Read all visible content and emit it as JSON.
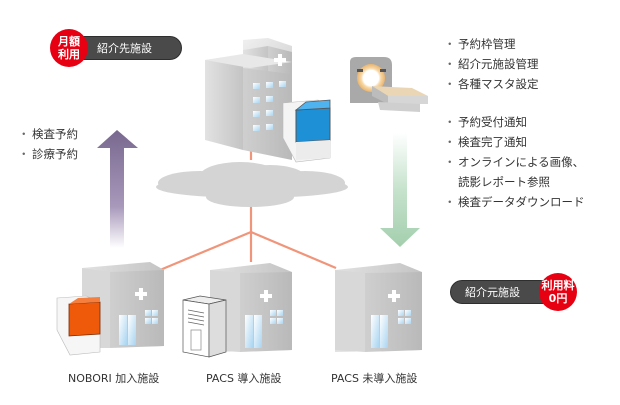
{
  "top_left": {
    "badge_lines": [
      "月額",
      "利用"
    ],
    "pill_label": "紹介先施設"
  },
  "bottom_right": {
    "pill_label": "紹介元施設",
    "badge_lines": [
      "利用料",
      "0円"
    ]
  },
  "right_list_top": [
    "予約枠管理",
    "紹介元施設管理",
    "各種マスタ設定"
  ],
  "right_list_bottom": [
    {
      "text": "予約受付通知",
      "bullet": true
    },
    {
      "text": "検査完了通知",
      "bullet": true
    },
    {
      "text": "オンラインによる画像、",
      "bullet": true
    },
    {
      "text": "読影レポート参照",
      "bullet": false
    },
    {
      "text": "検査データダウンロード",
      "bullet": true
    }
  ],
  "left_list": [
    "検査予約",
    "診療予約"
  ],
  "bullet_char": "・",
  "facilities": [
    {
      "label": "NOBORI 加入施設",
      "accessory": "orange-cube"
    },
    {
      "label": "PACS 導入施設",
      "accessory": "server-tower"
    },
    {
      "label": "PACS 未導入施設",
      "accessory": "none"
    }
  ],
  "colors": {
    "badge_red": "#e60012",
    "pill_dark": "#4a4a4a",
    "link_line": "#f0957a",
    "arrow_up_purple": "#7b6a92",
    "arrow_down_green": "#a6d3b0",
    "cube_blue": "#1e90d6",
    "cube_orange": "#ef5a0a",
    "cloud_gray": "#d4d4d4"
  }
}
